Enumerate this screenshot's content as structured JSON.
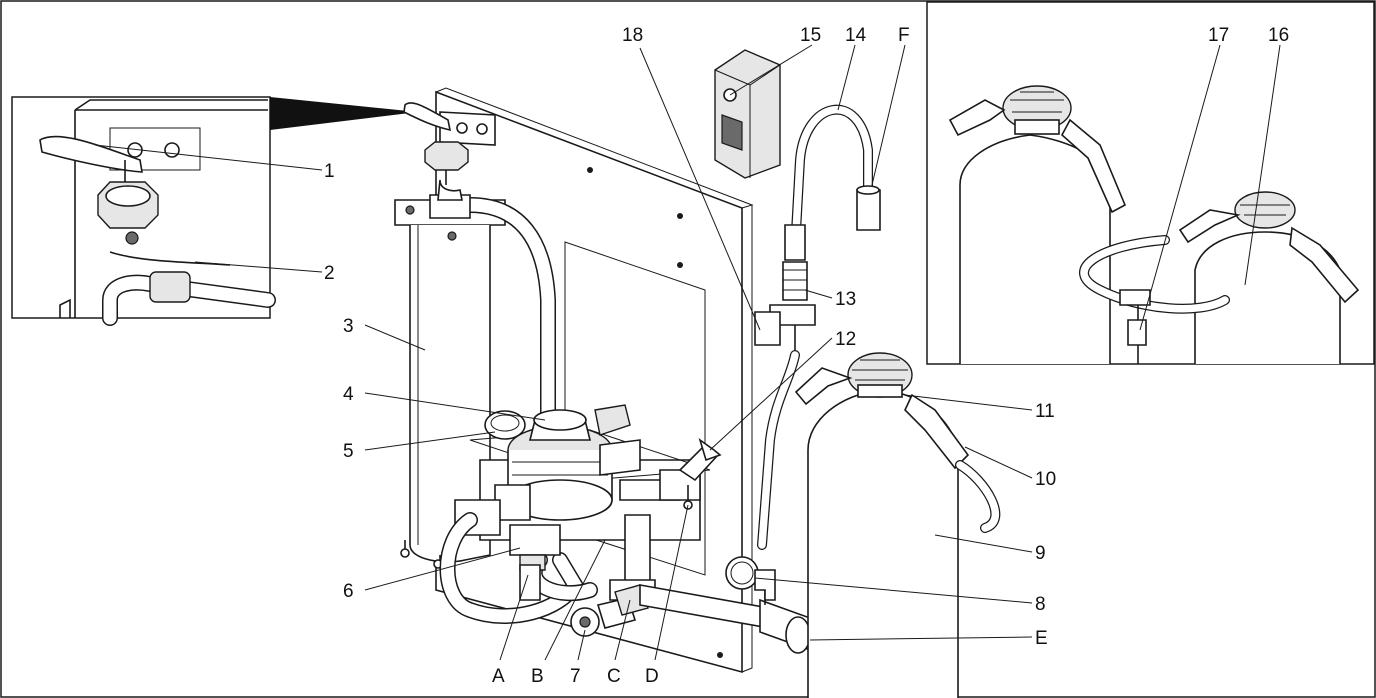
{
  "callouts": {
    "n1": "1",
    "n2": "2",
    "n3": "3",
    "n4": "4",
    "n5": "5",
    "n6": "6",
    "n7": "7",
    "n8": "8",
    "n9": "9",
    "n10": "10",
    "n11": "11",
    "n12": "12",
    "n13": "13",
    "n14": "14",
    "n15": "15",
    "n16": "16",
    "n17": "17",
    "n18": "18",
    "A": "A",
    "B": "B",
    "C": "C",
    "D": "D",
    "E": "E",
    "F": "F"
  }
}
